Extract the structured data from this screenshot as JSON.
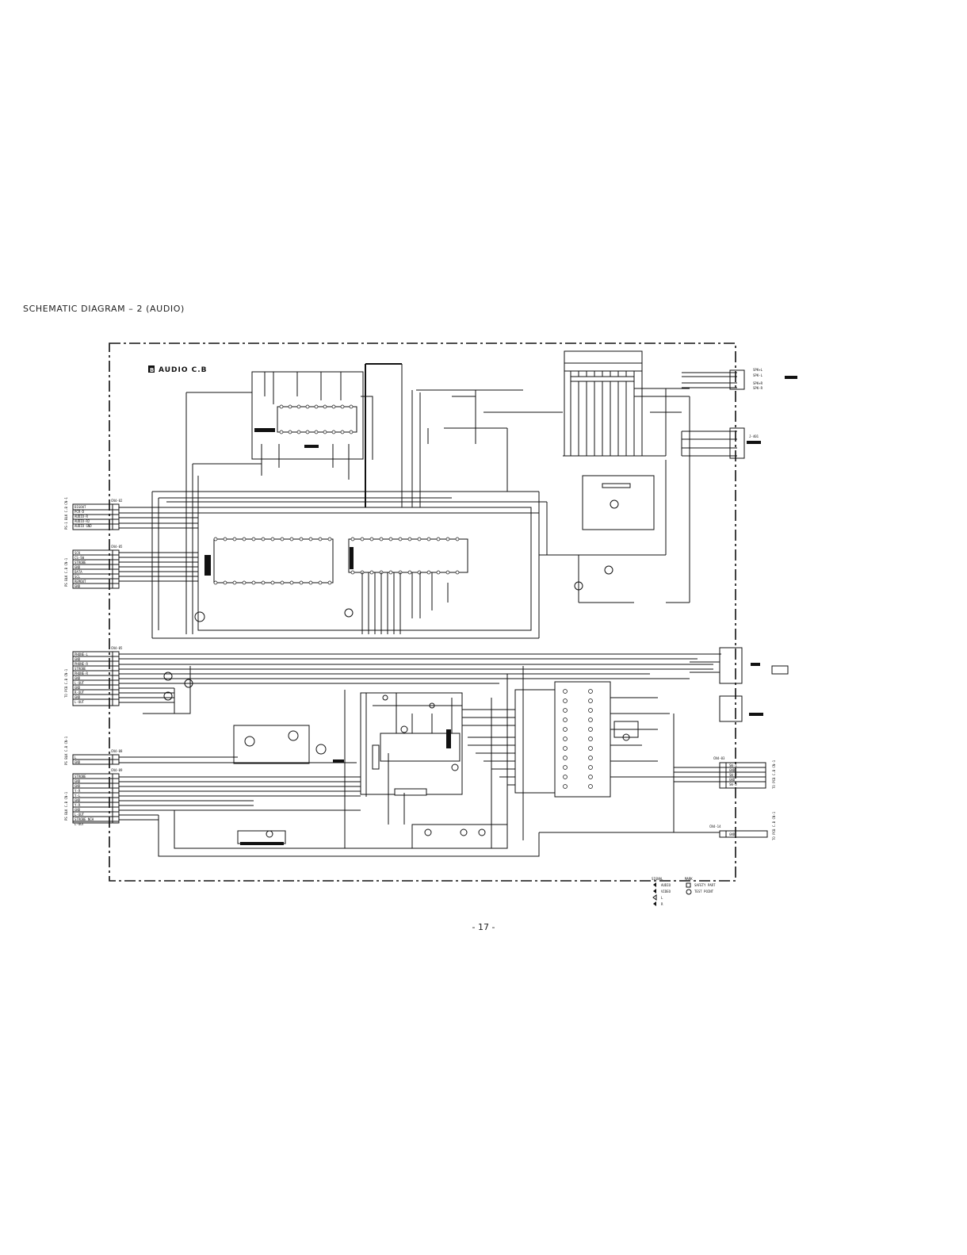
{
  "page": {
    "title": "SCHEMATIC DIAGRAM – 2 (AUDIO)",
    "page_number": "- 17 -"
  },
  "board": {
    "label": "AUDIO C.B",
    "badge": "B"
  },
  "connectors": {
    "cn1": {
      "name": "CN4-02",
      "pins": [
        "DIGOUT",
        "PCR-D",
        "AUDIO-R",
        "AUDIO-R2",
        "AUDIO GND"
      ]
    },
    "cn2": {
      "name": "CN4-05",
      "pins": [
        "SCK",
        "CS-SW",
        "STROBE",
        "GND",
        "DATA",
        "SCL",
        "REMOUT",
        "GND"
      ]
    },
    "cn3": {
      "name": "CN4-05",
      "pins": [
        "PHONE-L",
        "GND",
        "PHONE-R",
        "STROBE",
        "PHONE-R",
        "GND",
        "L-OUT",
        "GND",
        "R-OUT",
        "GND",
        "L-OUT"
      ]
    },
    "cn4": {
      "name": "CN4-08",
      "pins": [
        "L",
        "GND"
      ]
    },
    "cn5": {
      "name": "CN4-09",
      "pins": [
        "STROBE",
        "GND",
        "GND",
        "Y-R",
        "Y-L",
        "GND",
        "Y-R",
        "GND",
        "L-OUT",
        "STROBE NCH",
        "L-OUT"
      ]
    },
    "cn_right": {
      "name": "CN4-03",
      "pins": [
        "SW-1",
        "GND",
        "SW-2",
        "GND",
        "SW-3"
      ]
    },
    "cn_bottom": {
      "name": "CN4-14",
      "pins": [
        "GND"
      ]
    }
  },
  "jacks": {
    "speakers": [
      "SPK+L",
      "SPK-L",
      "SPK+R",
      "SPK-R"
    ],
    "phone": "J-401"
  },
  "legend": {
    "signal_title": "SIGNAL",
    "signal_items": [
      "AUDIO",
      "VIDEO",
      "L",
      "R"
    ],
    "mark_title": "MARK",
    "mark_items": [
      "SAFETY PART",
      "TEST POINT"
    ]
  }
}
